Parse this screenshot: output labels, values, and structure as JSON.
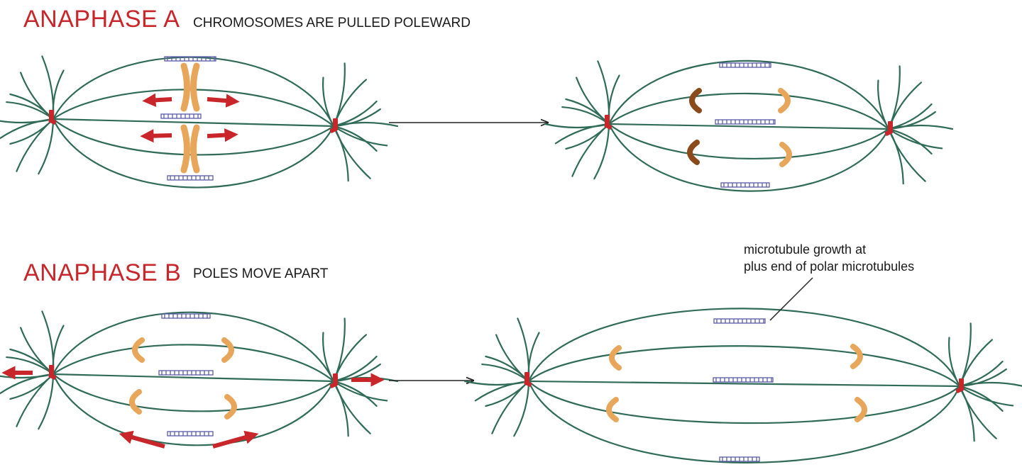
{
  "anaphase_a": {
    "title": "ANAPHASE A",
    "subtitle": "CHROMOSOMES ARE PULLED POLEWARD"
  },
  "anaphase_b": {
    "title": "ANAPHASE B",
    "subtitle": "POLES MOVE APART"
  },
  "annotation": {
    "line1": "microtubule growth at",
    "line2": "plus end of polar microtubules"
  },
  "colors": {
    "microtubule": "#2f6b56",
    "centrosome": "#c8262a",
    "arrow": "#c8262a",
    "chromosome": "#e8a65a",
    "chromosome_dark": "#8a4a1c",
    "overlap_zone": "#5a5aa8",
    "title": "#c8262a",
    "text": "#1a1a1a"
  }
}
